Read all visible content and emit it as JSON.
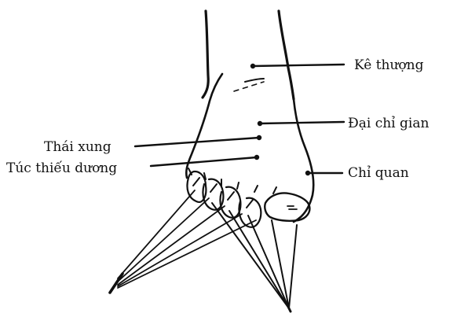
{
  "labels": {
    "ke_thuong": "Kê thượng",
    "dai_chi_gian": "Đại chỉ gian",
    "thai_xung": "Thái xung",
    "tuc_thieu_duong": "Túc thiếu dương",
    "chi_quan": "Chỉ quan"
  }
}
